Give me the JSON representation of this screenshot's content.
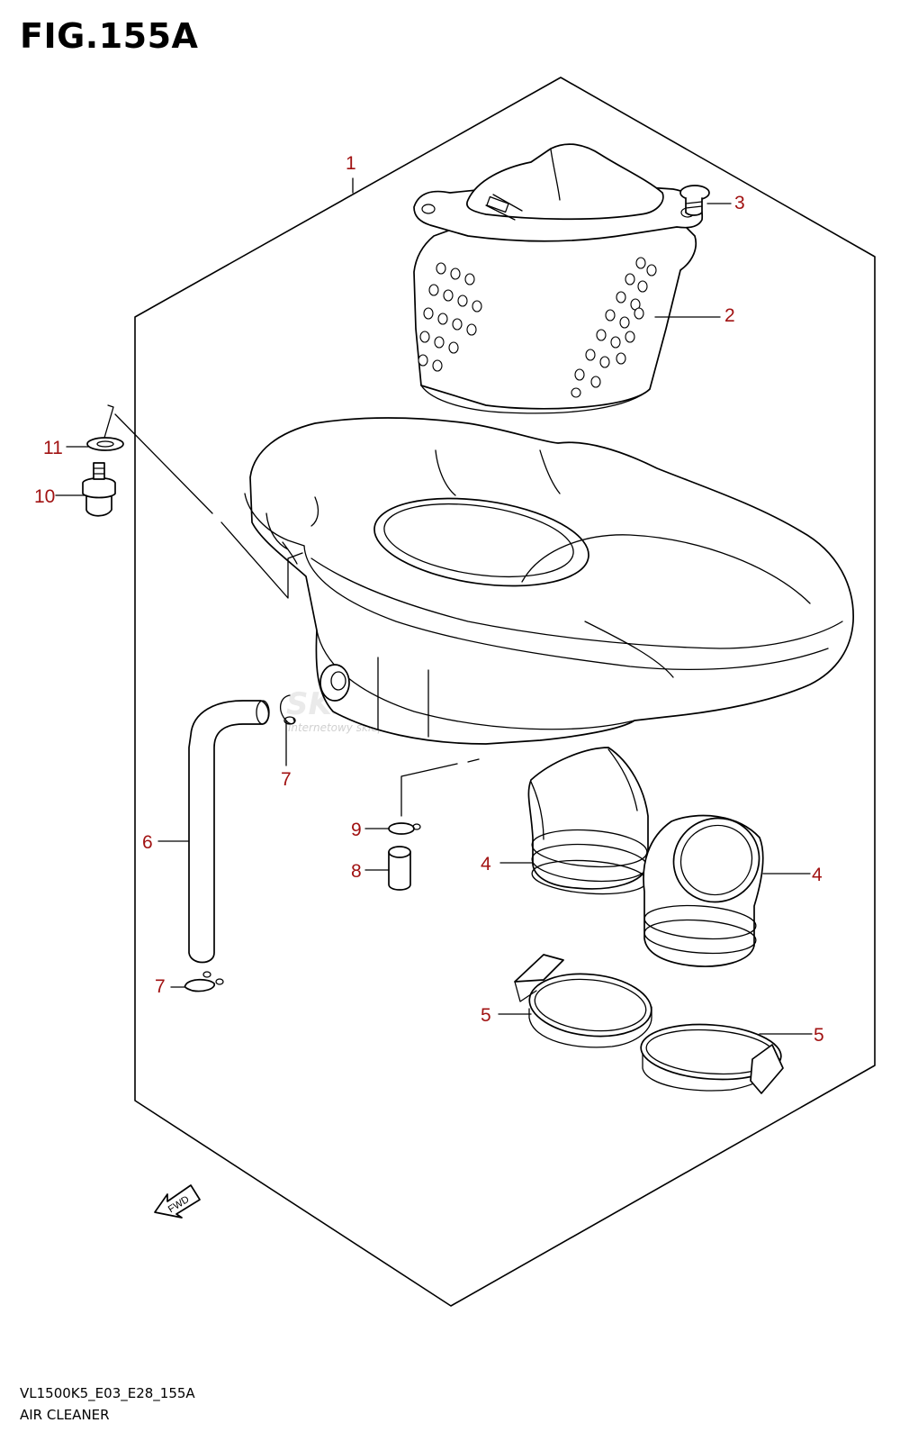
{
  "figure": {
    "title": "FIG.155A",
    "code": "VL1500K5_E03_E28_155A",
    "name": "AIR CLEANER"
  },
  "watermark": {
    "text": "SKLEPMOTO48.PL",
    "subtext": "internetowy sklep motocyklowy"
  },
  "fwd_label": "FWD",
  "callouts": [
    {
      "id": "c1",
      "label": "1"
    },
    {
      "id": "c2",
      "label": "2"
    },
    {
      "id": "c3",
      "label": "3"
    },
    {
      "id": "c4a",
      "label": "4"
    },
    {
      "id": "c4b",
      "label": "4"
    },
    {
      "id": "c5a",
      "label": "5"
    },
    {
      "id": "c5b",
      "label": "5"
    },
    {
      "id": "c6",
      "label": "6"
    },
    {
      "id": "c7a",
      "label": "7"
    },
    {
      "id": "c7b",
      "label": "7"
    },
    {
      "id": "c8",
      "label": "8"
    },
    {
      "id": "c9",
      "label": "9"
    },
    {
      "id": "c10",
      "label": "10"
    },
    {
      "id": "c11",
      "label": "11"
    }
  ],
  "colors": {
    "callout": "#a11212",
    "line": "#000000"
  }
}
